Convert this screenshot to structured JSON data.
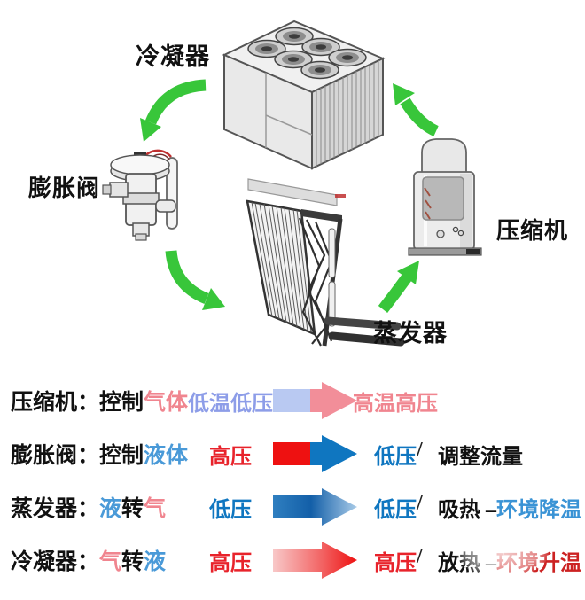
{
  "diagram": {
    "labels": {
      "condenser": "冷凝器",
      "expansion_valve": "膨胀阀",
      "compressor": "压缩机",
      "evaporator": "蒸发器"
    },
    "cycle_arrow_color": "#38c63a"
  },
  "colors": {
    "pink": "#f0858f",
    "periwinkle_blue": "#8d9de8",
    "red": "#ee1111",
    "blue": "#0f76c0",
    "light_blue": "#4a9ad8",
    "mid_blue": "#3a93d5",
    "dark_red": "#cc2222",
    "arrow_tail_light_blue": "#b9c9f2"
  },
  "table": {
    "rows": [
      {
        "component": "压缩机：",
        "d1": "控制",
        "d2": "气体",
        "d3": "",
        "from": "低温低压",
        "to": "高温高压",
        "slash": "",
        "e1": "",
        "e2": ""
      },
      {
        "component": "膨胀阀：",
        "d1": "控制",
        "d2": "液体",
        "d3": "",
        "from": "高压",
        "to": "低压",
        "slash": "/",
        "e1": "调整流量",
        "e2": ""
      },
      {
        "component": "蒸发器：",
        "d1": "液",
        "d2": "转",
        "d3": "气",
        "from": "低压",
        "to": "低压",
        "slash": "/",
        "e1": "吸热 –",
        "e2": "环境降温"
      },
      {
        "component": "冷凝器：",
        "d1": "气",
        "d2": "转",
        "d3": "液",
        "from": "高压",
        "to": "高压",
        "slash": "/",
        "e1": "放热 –",
        "e2": "环境升温"
      }
    ]
  }
}
